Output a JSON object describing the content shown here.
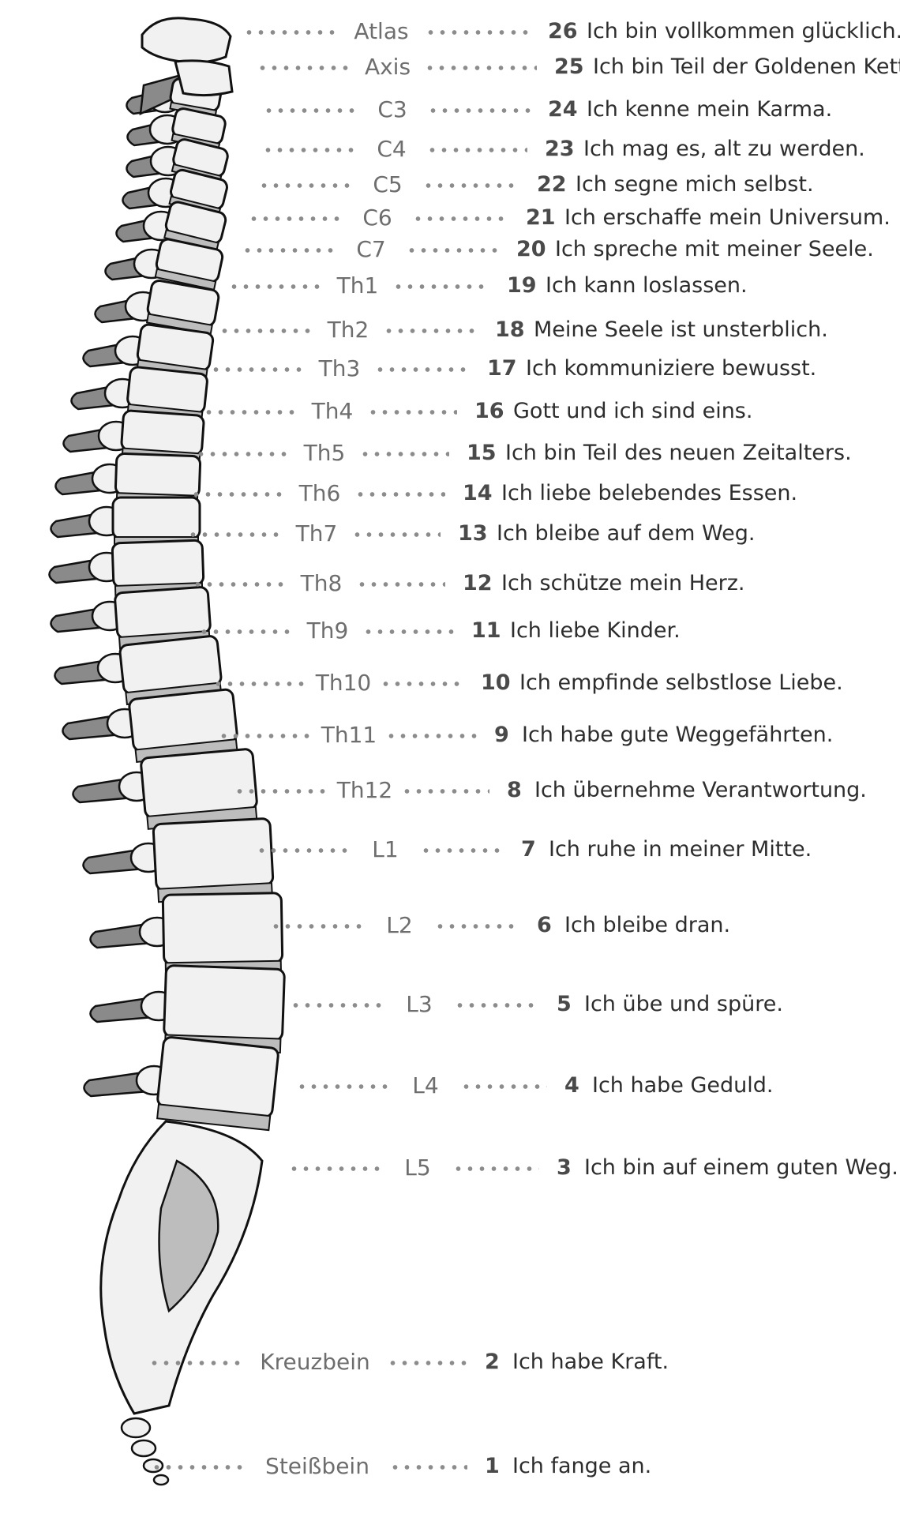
{
  "colors": {
    "bone_fill": "#f1f1f1",
    "bone_stroke": "#111111",
    "process_fill": "#8a8a8a",
    "disc_fill": "#bdbdbd",
    "dots": "#8c8c8c",
    "label_text": "#6e6e6e",
    "number_text": "#4a4a4a",
    "statement_text": "#2d2d2d"
  },
  "rows": [
    {
      "label": "Atlas",
      "number": "26",
      "text": "Ich bin vollkommen glücklich."
    },
    {
      "label": "Axis",
      "number": "25",
      "text": "Ich bin Teil der Goldenen Kette."
    },
    {
      "label": "C3",
      "number": "24",
      "text": "Ich kenne mein Karma."
    },
    {
      "label": "C4",
      "number": "23",
      "text": "Ich mag es, alt zu werden."
    },
    {
      "label": "C5",
      "number": "22",
      "text": "Ich segne mich selbst."
    },
    {
      "label": "C6",
      "number": "21",
      "text": "Ich erschaffe mein Universum."
    },
    {
      "label": "C7",
      "number": "20",
      "text": "Ich spreche mit meiner Seele."
    },
    {
      "label": "Th1",
      "number": "19",
      "text": "Ich kann loslassen."
    },
    {
      "label": "Th2",
      "number": "18",
      "text": "Meine Seele ist unsterblich."
    },
    {
      "label": "Th3",
      "number": "17",
      "text": "Ich kommuniziere bewusst."
    },
    {
      "label": "Th4",
      "number": "16",
      "text": "Gott und ich sind eins."
    },
    {
      "label": "Th5",
      "number": "15",
      "text": "Ich bin Teil des neuen Zeitalters."
    },
    {
      "label": "Th6",
      "number": "14",
      "text": "Ich liebe belebendes Essen."
    },
    {
      "label": "Th7",
      "number": "13",
      "text": "Ich bleibe auf dem Weg."
    },
    {
      "label": "Th8",
      "number": "12",
      "text": "Ich schütze mein Herz."
    },
    {
      "label": "Th9",
      "number": "11",
      "text": "Ich liebe Kinder."
    },
    {
      "label": "Th10",
      "number": "10",
      "text": "Ich empfinde selbstlose Liebe."
    },
    {
      "label": "Th11",
      "number": "9",
      "text": "Ich habe gute Weggefährten."
    },
    {
      "label": "Th12",
      "number": "8",
      "text": "Ich übernehme Verantwortung."
    },
    {
      "label": "L1",
      "number": "7",
      "text": "Ich ruhe in meiner Mitte."
    },
    {
      "label": "L2",
      "number": "6",
      "text": "Ich bleibe dran."
    },
    {
      "label": "L3",
      "number": "5",
      "text": "Ich übe und spüre."
    },
    {
      "label": "L4",
      "number": "4",
      "text": "Ich habe Geduld."
    },
    {
      "label": "L5",
      "number": "3",
      "text": "Ich bin auf einem guten Weg."
    },
    {
      "label": "Kreuzbein",
      "number": "2",
      "text": "Ich habe Kraft."
    },
    {
      "label": "Steißbein",
      "number": "1",
      "text": "Ich fange an."
    }
  ]
}
